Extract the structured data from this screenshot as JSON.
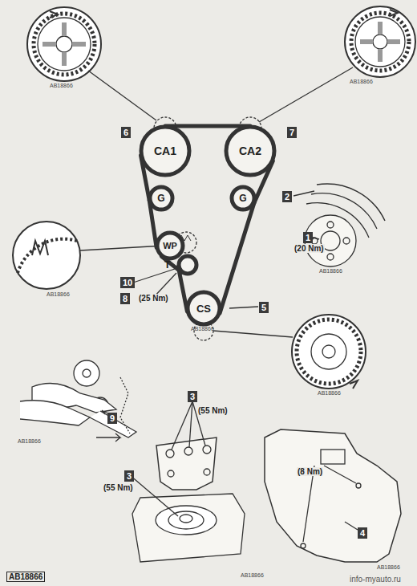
{
  "diagram": {
    "nodes": [
      {
        "text": [
          "CA1"
        ]
      },
      {
        "text": [
          "CA2"
        ]
      },
      {
        "text": [
          "G"
        ]
      },
      {
        "text": [
          "G"
        ]
      },
      {
        "text": [
          "WP"
        ]
      },
      {
        "text": [
          "T"
        ]
      },
      {
        "text": [
          "CS"
        ]
      }
    ],
    "edges": [
      {
        "from": 0,
        "to": 1,
        "arrow": "none"
      },
      {
        "from": 1,
        "to": 3,
        "arrow": "none"
      },
      {
        "from": 3,
        "to": 6,
        "arrow": "none"
      },
      {
        "from": 6,
        "to": 5,
        "arrow": "none"
      },
      {
        "from": 5,
        "to": 4,
        "arrow": "none"
      },
      {
        "from": 4,
        "to": 2,
        "arrow": "none"
      },
      {
        "from": 2,
        "to": 0,
        "arrow": "none"
      }
    ],
    "labels": [
      "6",
      "7",
      "2",
      "1",
      "(20 Nm)",
      "10",
      "8",
      "(25 Nm)",
      "5",
      "9",
      "3",
      "(55 Nm)",
      "3",
      "(55 Nm)",
      "(8 Nm)",
      "4",
      "AB18866",
      "AB18866",
      "AB18866",
      "AB18866",
      "AB18866",
      "AB18866",
      "AB18866",
      "AB18866",
      "AB18866",
      "AB18866",
      "info-myauto.ru"
    ]
  }
}
